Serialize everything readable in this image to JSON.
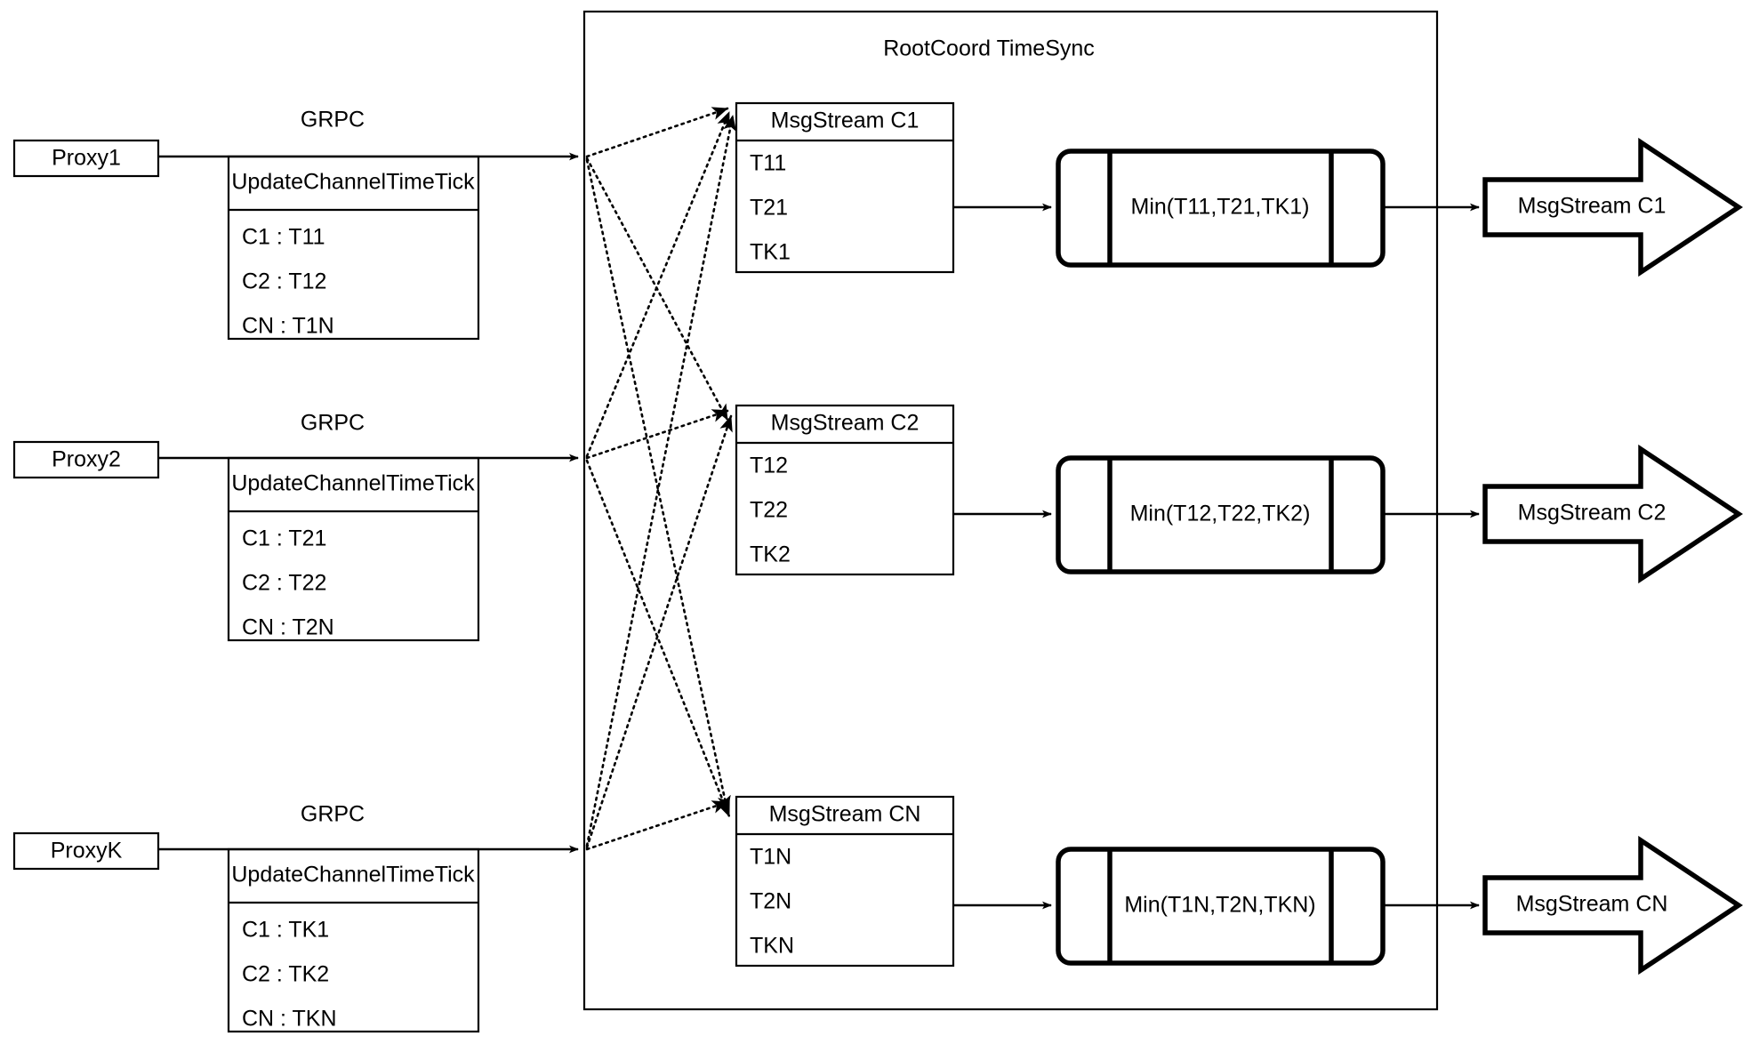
{
  "container": {
    "title": "RootCoord TimeSync"
  },
  "proxies": [
    {
      "name": "Proxy1",
      "link_label": "GRPC",
      "request": {
        "title": "UpdateChannelTimeTick",
        "rows": [
          "C1 :  T11",
          "C2 :  T12",
          "CN : T1N"
        ]
      }
    },
    {
      "name": "Proxy2",
      "link_label": "GRPC",
      "request": {
        "title": "UpdateChannelTimeTick",
        "rows": [
          "C1 :  T21",
          "C2 :  T22",
          "CN : T2N"
        ]
      }
    },
    {
      "name": "ProxyK",
      "link_label": "GRPC",
      "request": {
        "title": "UpdateChannelTimeTick",
        "rows": [
          "C1 :  TK1",
          "C2 :  TK2",
          "CN : TKN"
        ]
      }
    }
  ],
  "channels": [
    {
      "stream": {
        "title": "MsgStream C1",
        "rows": [
          "T11",
          "T21",
          "TK1"
        ]
      },
      "min_label": "Min(T11,T21,TK1)",
      "output_label": "MsgStream C1"
    },
    {
      "stream": {
        "title": "MsgStream C2",
        "rows": [
          "T12",
          "T22",
          "TK2"
        ]
      },
      "min_label": "Min(T12,T22,TK2)",
      "output_label": "MsgStream C2"
    },
    {
      "stream": {
        "title": "MsgStream CN",
        "rows": [
          "T1N",
          "T2N",
          "TKN"
        ]
      },
      "min_label": "Min(T1N,T2N,TKN)",
      "output_label": "MsgStream CN"
    }
  ],
  "colors": {
    "stroke": "#000000",
    "background": "#ffffff"
  }
}
